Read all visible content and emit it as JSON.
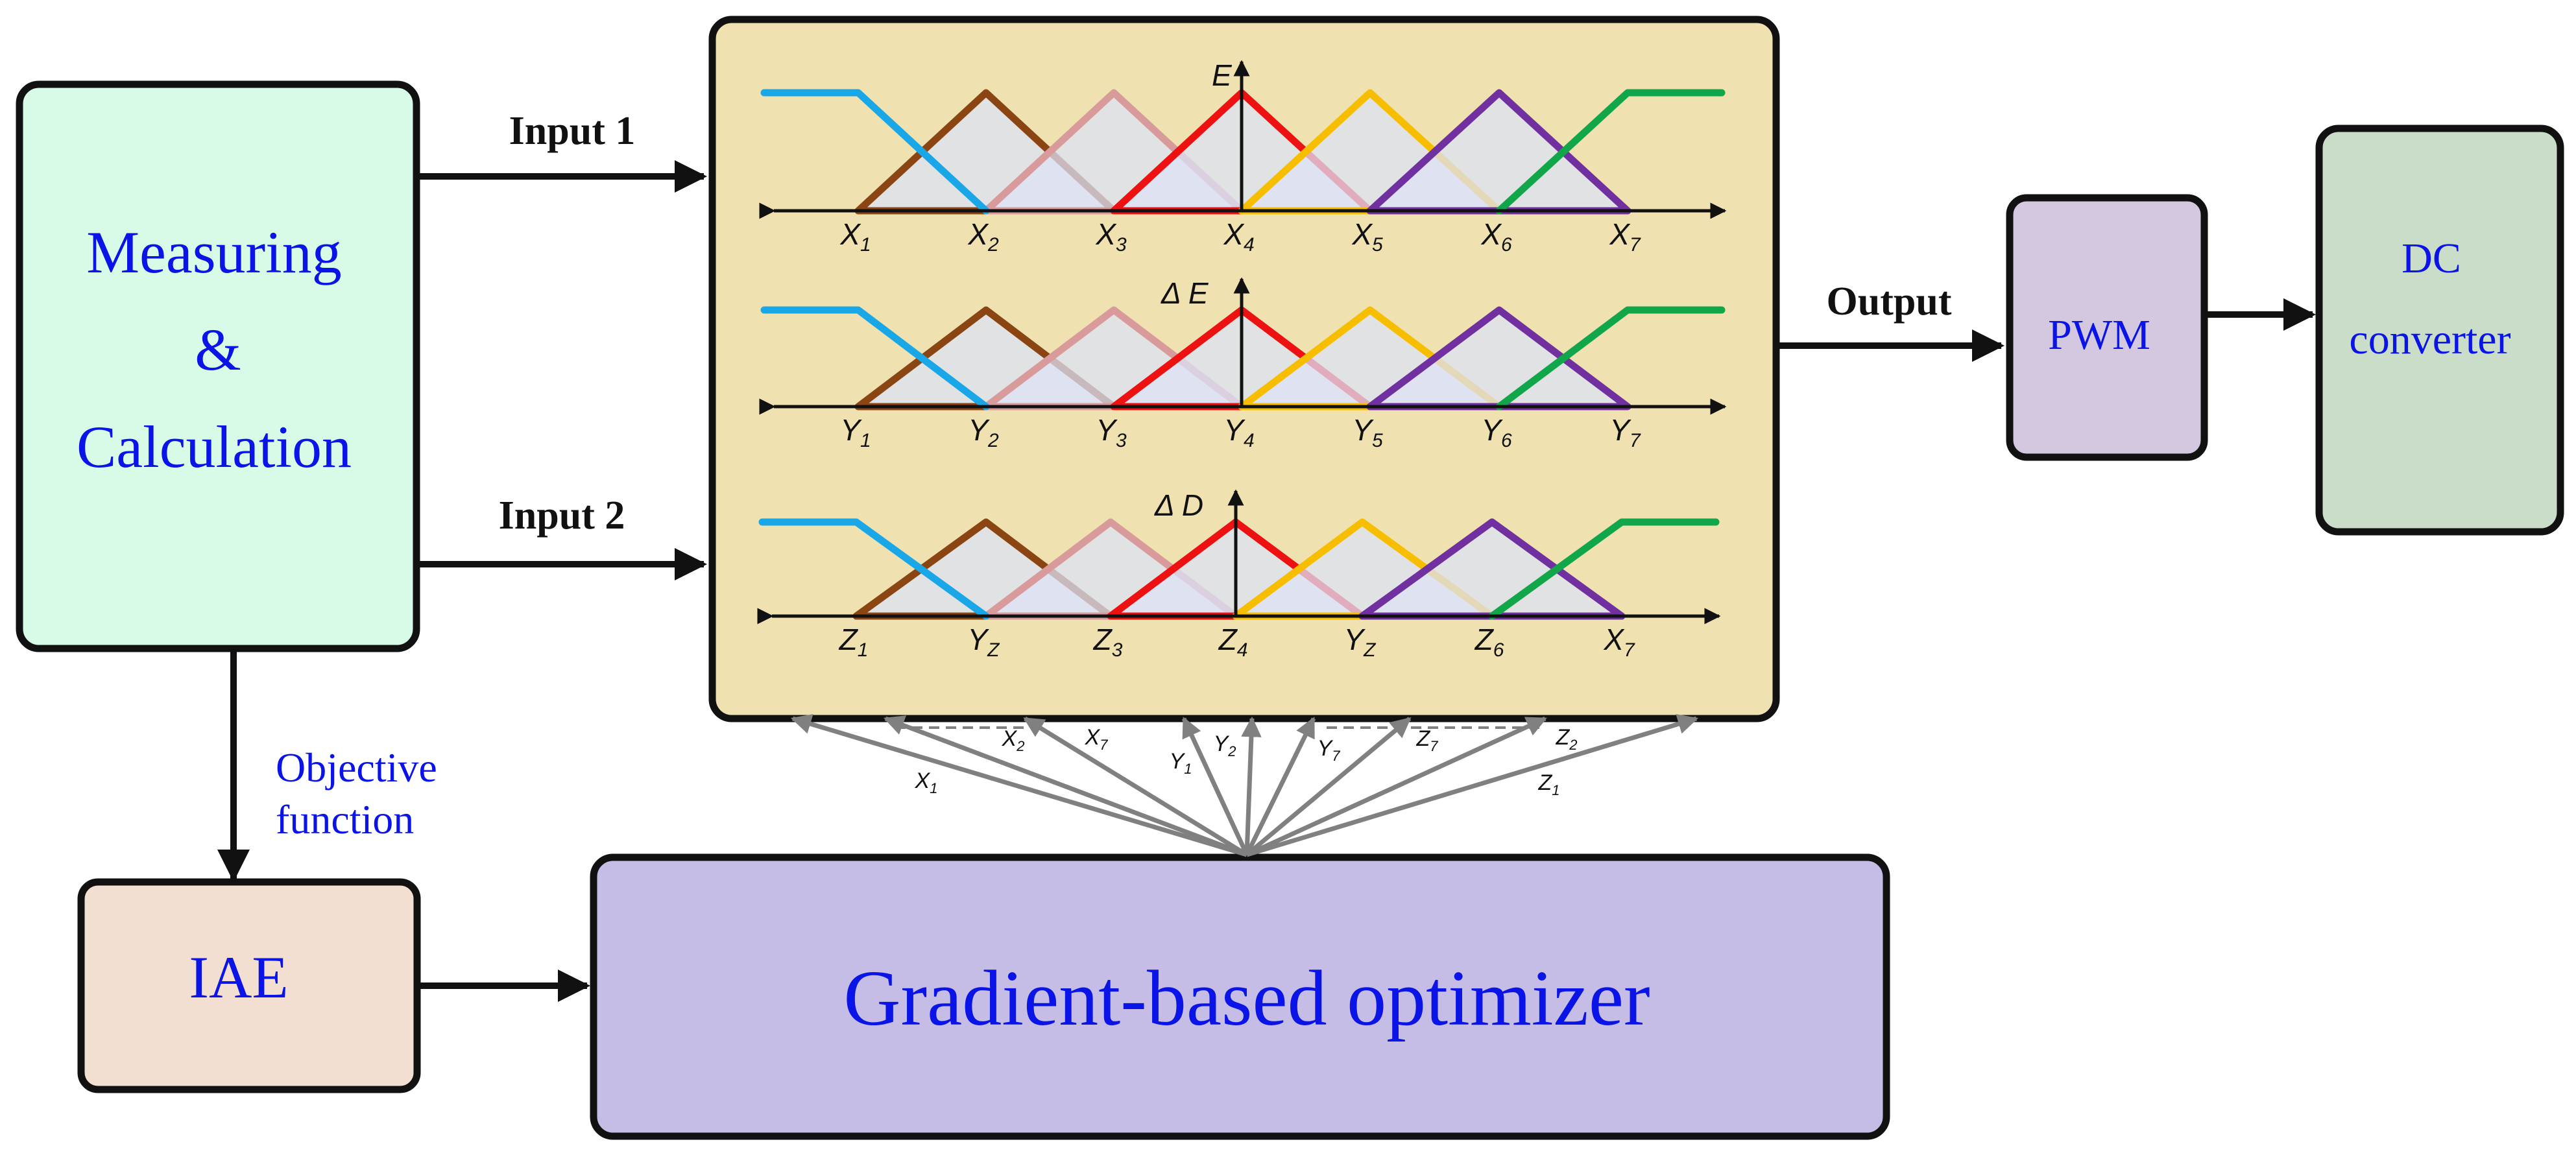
{
  "blocks": {
    "measuring": {
      "lines": [
        "Measuring",
        "&",
        "Calculation"
      ]
    },
    "iae": {
      "label": "IAE"
    },
    "optimizer": {
      "label": "Gradient-based optimizer"
    },
    "pwm": {
      "label": "PWM"
    },
    "dc": {
      "lines": [
        "DC",
        "converter"
      ]
    }
  },
  "arrows": {
    "input1": "Input 1",
    "input2": "Input 2",
    "output": "Output",
    "objective": [
      "Objective",
      "function"
    ]
  },
  "fuzzy": {
    "plots": [
      {
        "axis_label": "E",
        "ticks": [
          [
            "X",
            "1"
          ],
          [
            "X",
            "2"
          ],
          [
            "X",
            "3"
          ],
          [
            "X",
            "4"
          ],
          [
            "X",
            "5"
          ],
          [
            "X",
            "6"
          ],
          [
            "X",
            "7"
          ]
        ]
      },
      {
        "axis_label": "Δ E",
        "ticks": [
          [
            "Y",
            "1"
          ],
          [
            "Y",
            "2"
          ],
          [
            "Y",
            "3"
          ],
          [
            "Y",
            "4"
          ],
          [
            "Y",
            "5"
          ],
          [
            "Y",
            "6"
          ],
          [
            "Y",
            "7"
          ]
        ]
      },
      {
        "axis_label": "Δ D",
        "ticks": [
          [
            "Z",
            "1"
          ],
          [
            "Y",
            "Z"
          ],
          [
            "Z",
            "3"
          ],
          [
            "Z",
            "4"
          ],
          [
            "Y",
            "Z"
          ],
          [
            "Z",
            "6"
          ],
          [
            "X",
            "7"
          ]
        ]
      }
    ],
    "mf_colors": [
      "#1aa7e8",
      "#8b4513",
      "#d89a9a",
      "#ee1111",
      "#f7be00",
      "#7030a0",
      "#12a64a"
    ]
  },
  "optimizer_params": [
    [
      "X",
      "1"
    ],
    [
      "X",
      "2"
    ],
    [
      "X",
      "7"
    ],
    [
      "Y",
      "1"
    ],
    [
      "Y",
      "2"
    ],
    [
      "Y",
      "7"
    ],
    [
      "Z",
      "7"
    ],
    [
      "Z",
      "2"
    ],
    [
      "Z",
      "1"
    ]
  ],
  "colors": {
    "measuring_fill": "#d8fbe8",
    "fuzzy_fill": "#efe1b0",
    "iae_fill": "#f2dfd2",
    "optimizer_fill": "#c6bde6",
    "pwm_fill": "#d3c8e0",
    "dc_fill": "#c9ddc9",
    "label_blue": "#0a14e6"
  }
}
